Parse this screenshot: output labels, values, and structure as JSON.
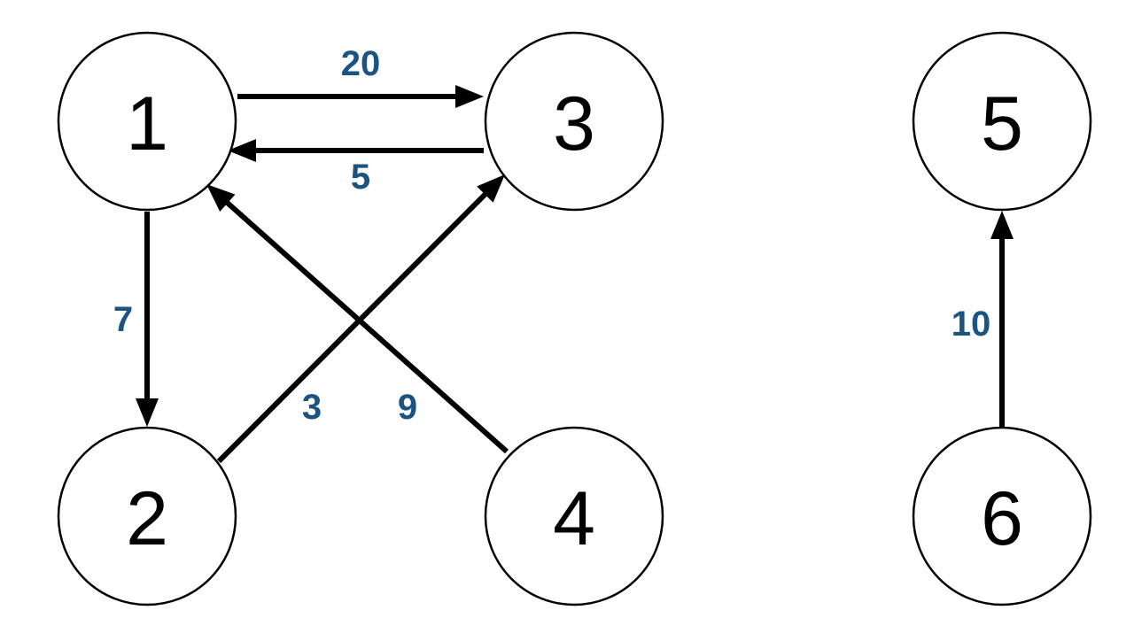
{
  "graph": {
    "nodes": [
      {
        "id": "1",
        "label": "1"
      },
      {
        "id": "2",
        "label": "2"
      },
      {
        "id": "3",
        "label": "3"
      },
      {
        "id": "4",
        "label": "4"
      },
      {
        "id": "5",
        "label": "5"
      },
      {
        "id": "6",
        "label": "6"
      }
    ],
    "edges": [
      {
        "from": "1",
        "to": "3",
        "weight": "20"
      },
      {
        "from": "3",
        "to": "1",
        "weight": "5"
      },
      {
        "from": "1",
        "to": "2",
        "weight": "7"
      },
      {
        "from": "2",
        "to": "3",
        "weight": "3"
      },
      {
        "from": "4",
        "to": "1",
        "weight": "9"
      },
      {
        "from": "6",
        "to": "5",
        "weight": "10"
      }
    ],
    "colors": {
      "edge": "#000000",
      "weight_label": "#1b5381",
      "node_stroke": "#000000",
      "node_fill": "#ffffff"
    }
  }
}
